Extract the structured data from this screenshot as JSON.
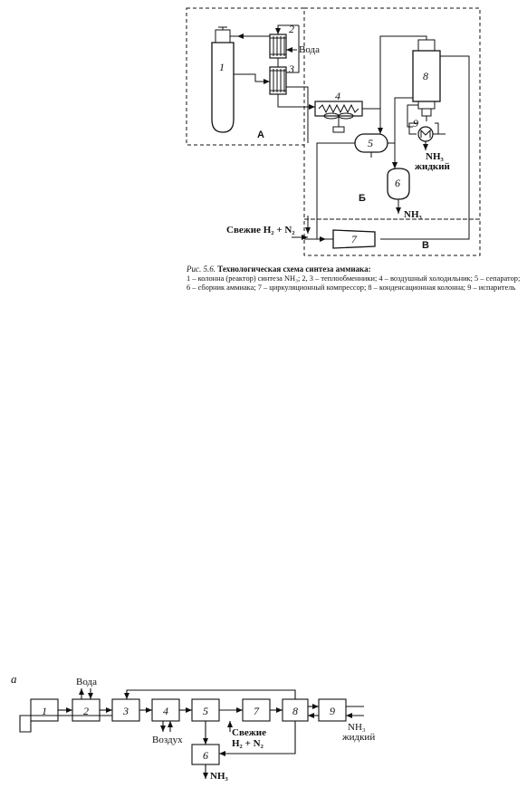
{
  "figure": {
    "labels": {
      "water": "Вода",
      "fresh_gas": "Свежие H₂ + N₂",
      "nh3_out": "NH₃",
      "nh3_liquid_1": "NH₃",
      "nh3_liquid_2": "жидкий"
    },
    "zones": [
      "А",
      "Б",
      "В"
    ],
    "units": [
      "1",
      "2",
      "3",
      "4",
      "5",
      "6",
      "7",
      "8",
      "9"
    ]
  },
  "caption": {
    "prefix": "Рис. 5.6.",
    "title": "Технологическая схема синтеза аммиака:",
    "body": "1 – колонна (реактор) синтеза NH₃; 2, 3 – теплообменники; 4 – воздушный холодильник; 5 – сепаратор; 6 – сборник аммиака; 7 – циркуляционный компрессор; 8 – конденсационная колонна; 9 – испаритель"
  },
  "block_diagram": {
    "letter": "а",
    "blocks": [
      "1",
      "2",
      "3",
      "4",
      "5",
      "7",
      "8",
      "9",
      "6"
    ],
    "labels": {
      "water": "Вода",
      "air": "Воздух",
      "fresh_1": "Свежие",
      "fresh_2": "H₂ + N₂",
      "nh3_liquid_1": "NH₃",
      "nh3_liquid_2": "жидкий",
      "nh3_out": "NH₃"
    }
  }
}
